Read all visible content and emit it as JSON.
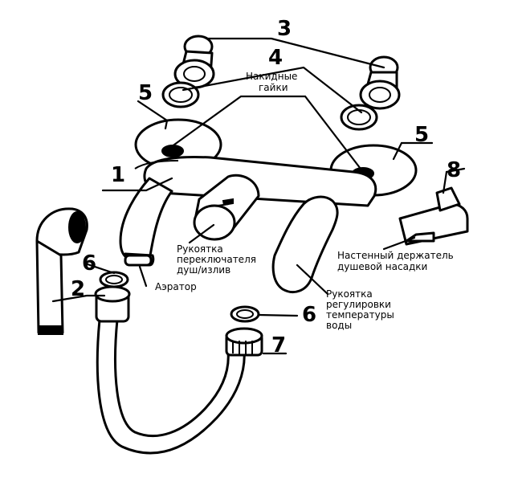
{
  "callouts": {
    "n1": "1",
    "n2": "2",
    "n3": "3",
    "n4": "4",
    "n5a": "5",
    "n5b": "5",
    "n6a": "6",
    "n6b": "6",
    "n7": "7",
    "n8": "8"
  },
  "labels": {
    "nuts": [
      "Накидные",
      "гайки"
    ],
    "aerator": "Аэратор",
    "switch_handle": [
      "Рукоятка",
      "переключателя",
      "душ/излив"
    ],
    "temp_handle": [
      "Рукоятка",
      "регулировки",
      "температуры",
      "воды"
    ],
    "holder": [
      "Настенный держатель",
      "душевой насадки"
    ]
  },
  "colors": {
    "line": "#000000",
    "fill": "#ffffff"
  }
}
